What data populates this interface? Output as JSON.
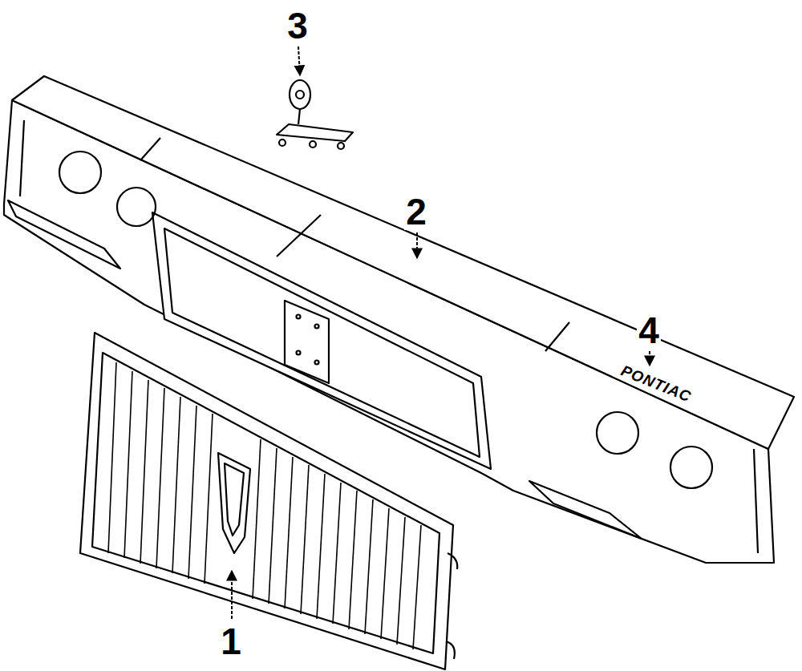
{
  "diagram": {
    "labels": [
      "3",
      "2",
      "4",
      "1",
      "PONTIAC"
    ]
  }
}
